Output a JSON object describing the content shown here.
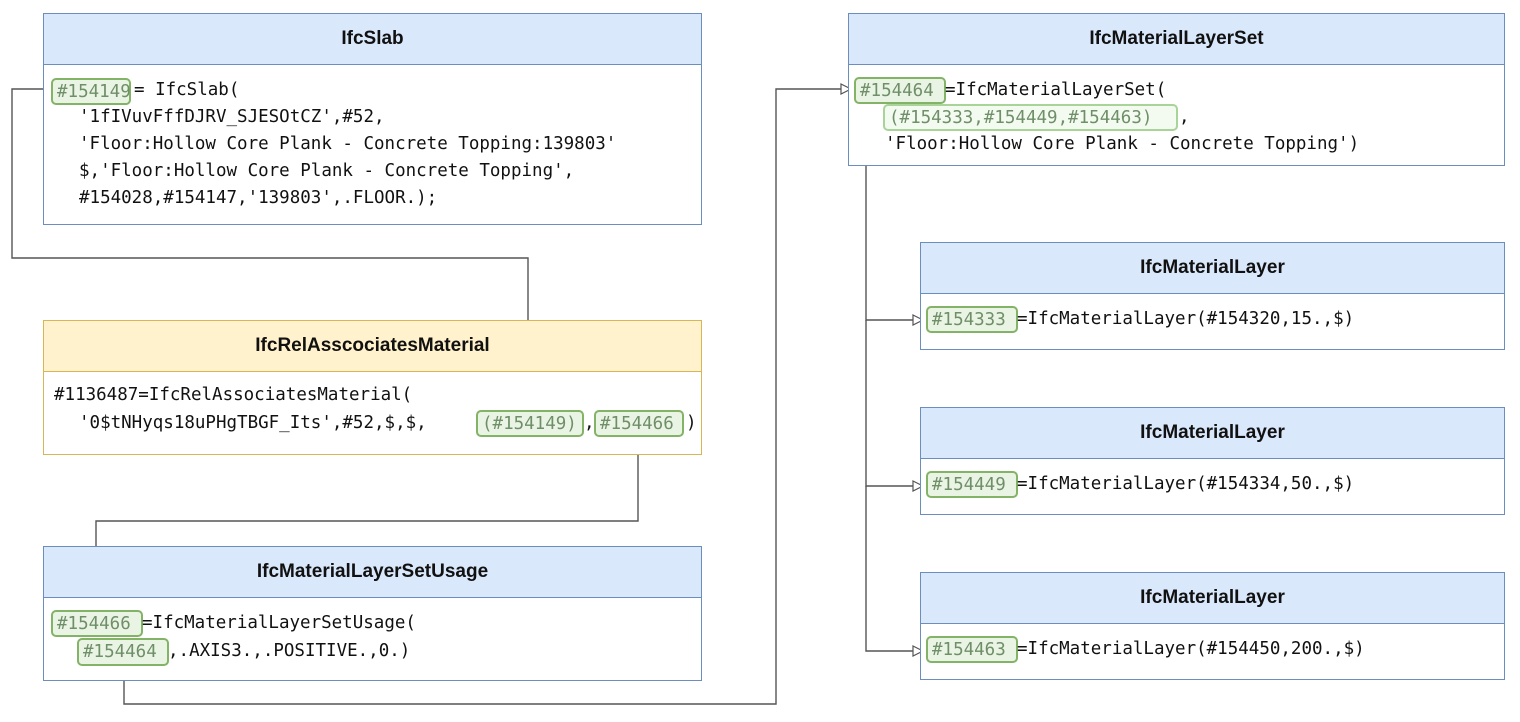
{
  "ifc_slab": {
    "title": "IfcSlab",
    "ref": "#154149",
    "lines": [
      "= IfcSlab(",
      "'1fIVuvFffDJRV_SJESOtCZ',#52,",
      "'Floor:Hollow Core Plank - Concrete Topping:139803'",
      "$,'Floor:Hollow Core Plank - Concrete Topping',",
      "#154028,#154147,'139803',.FLOOR.);"
    ]
  },
  "rel_associates_material": {
    "title": "IfcRelAsscociatesMaterial",
    "line1": "#1136487=IfcRelAssociatesMaterial(",
    "line2": "'0$tNHyqs18uPHgTBGF_Its',#52,$,$,",
    "slab_ref": "(#154149)",
    "comma": ",",
    "usage_ref": "#154466",
    "close": ")"
  },
  "layer_set_usage": {
    "title": "IfcMaterialLayerSetUsage",
    "ref": "#154466",
    "line1": "=IfcMaterialLayerSetUsage(",
    "set_ref": "#154464",
    "line2": ",.AXIS3.,.POSITIVE.,0.)"
  },
  "layer_set": {
    "title": "IfcMaterialLayerSet",
    "ref": "#154464",
    "line1": "=IfcMaterialLayerSet(",
    "layers_ref": "(#154333,#154449,#154463)",
    "line2": ",",
    "line3": "'Floor:Hollow Core Plank - Concrete Topping')"
  },
  "layers": [
    {
      "title": "IfcMaterialLayer",
      "ref": "#154333",
      "text": "=IfcMaterialLayer(#154320,15.,$)"
    },
    {
      "title": "IfcMaterialLayer",
      "ref": "#154449",
      "text": "=IfcMaterialLayer(#154334,50.,$)"
    },
    {
      "title": "IfcMaterialLayer",
      "ref": "#154463",
      "text": "=IfcMaterialLayer(#154450,200.,$)"
    }
  ],
  "colors": {
    "blue_header": "#dae8fc",
    "blue_border": "#6c8ebf",
    "yellow_header": "#fff2cc",
    "yellow_border": "#d6b656",
    "highlight_border": "#82b366",
    "connector": "#555555"
  }
}
